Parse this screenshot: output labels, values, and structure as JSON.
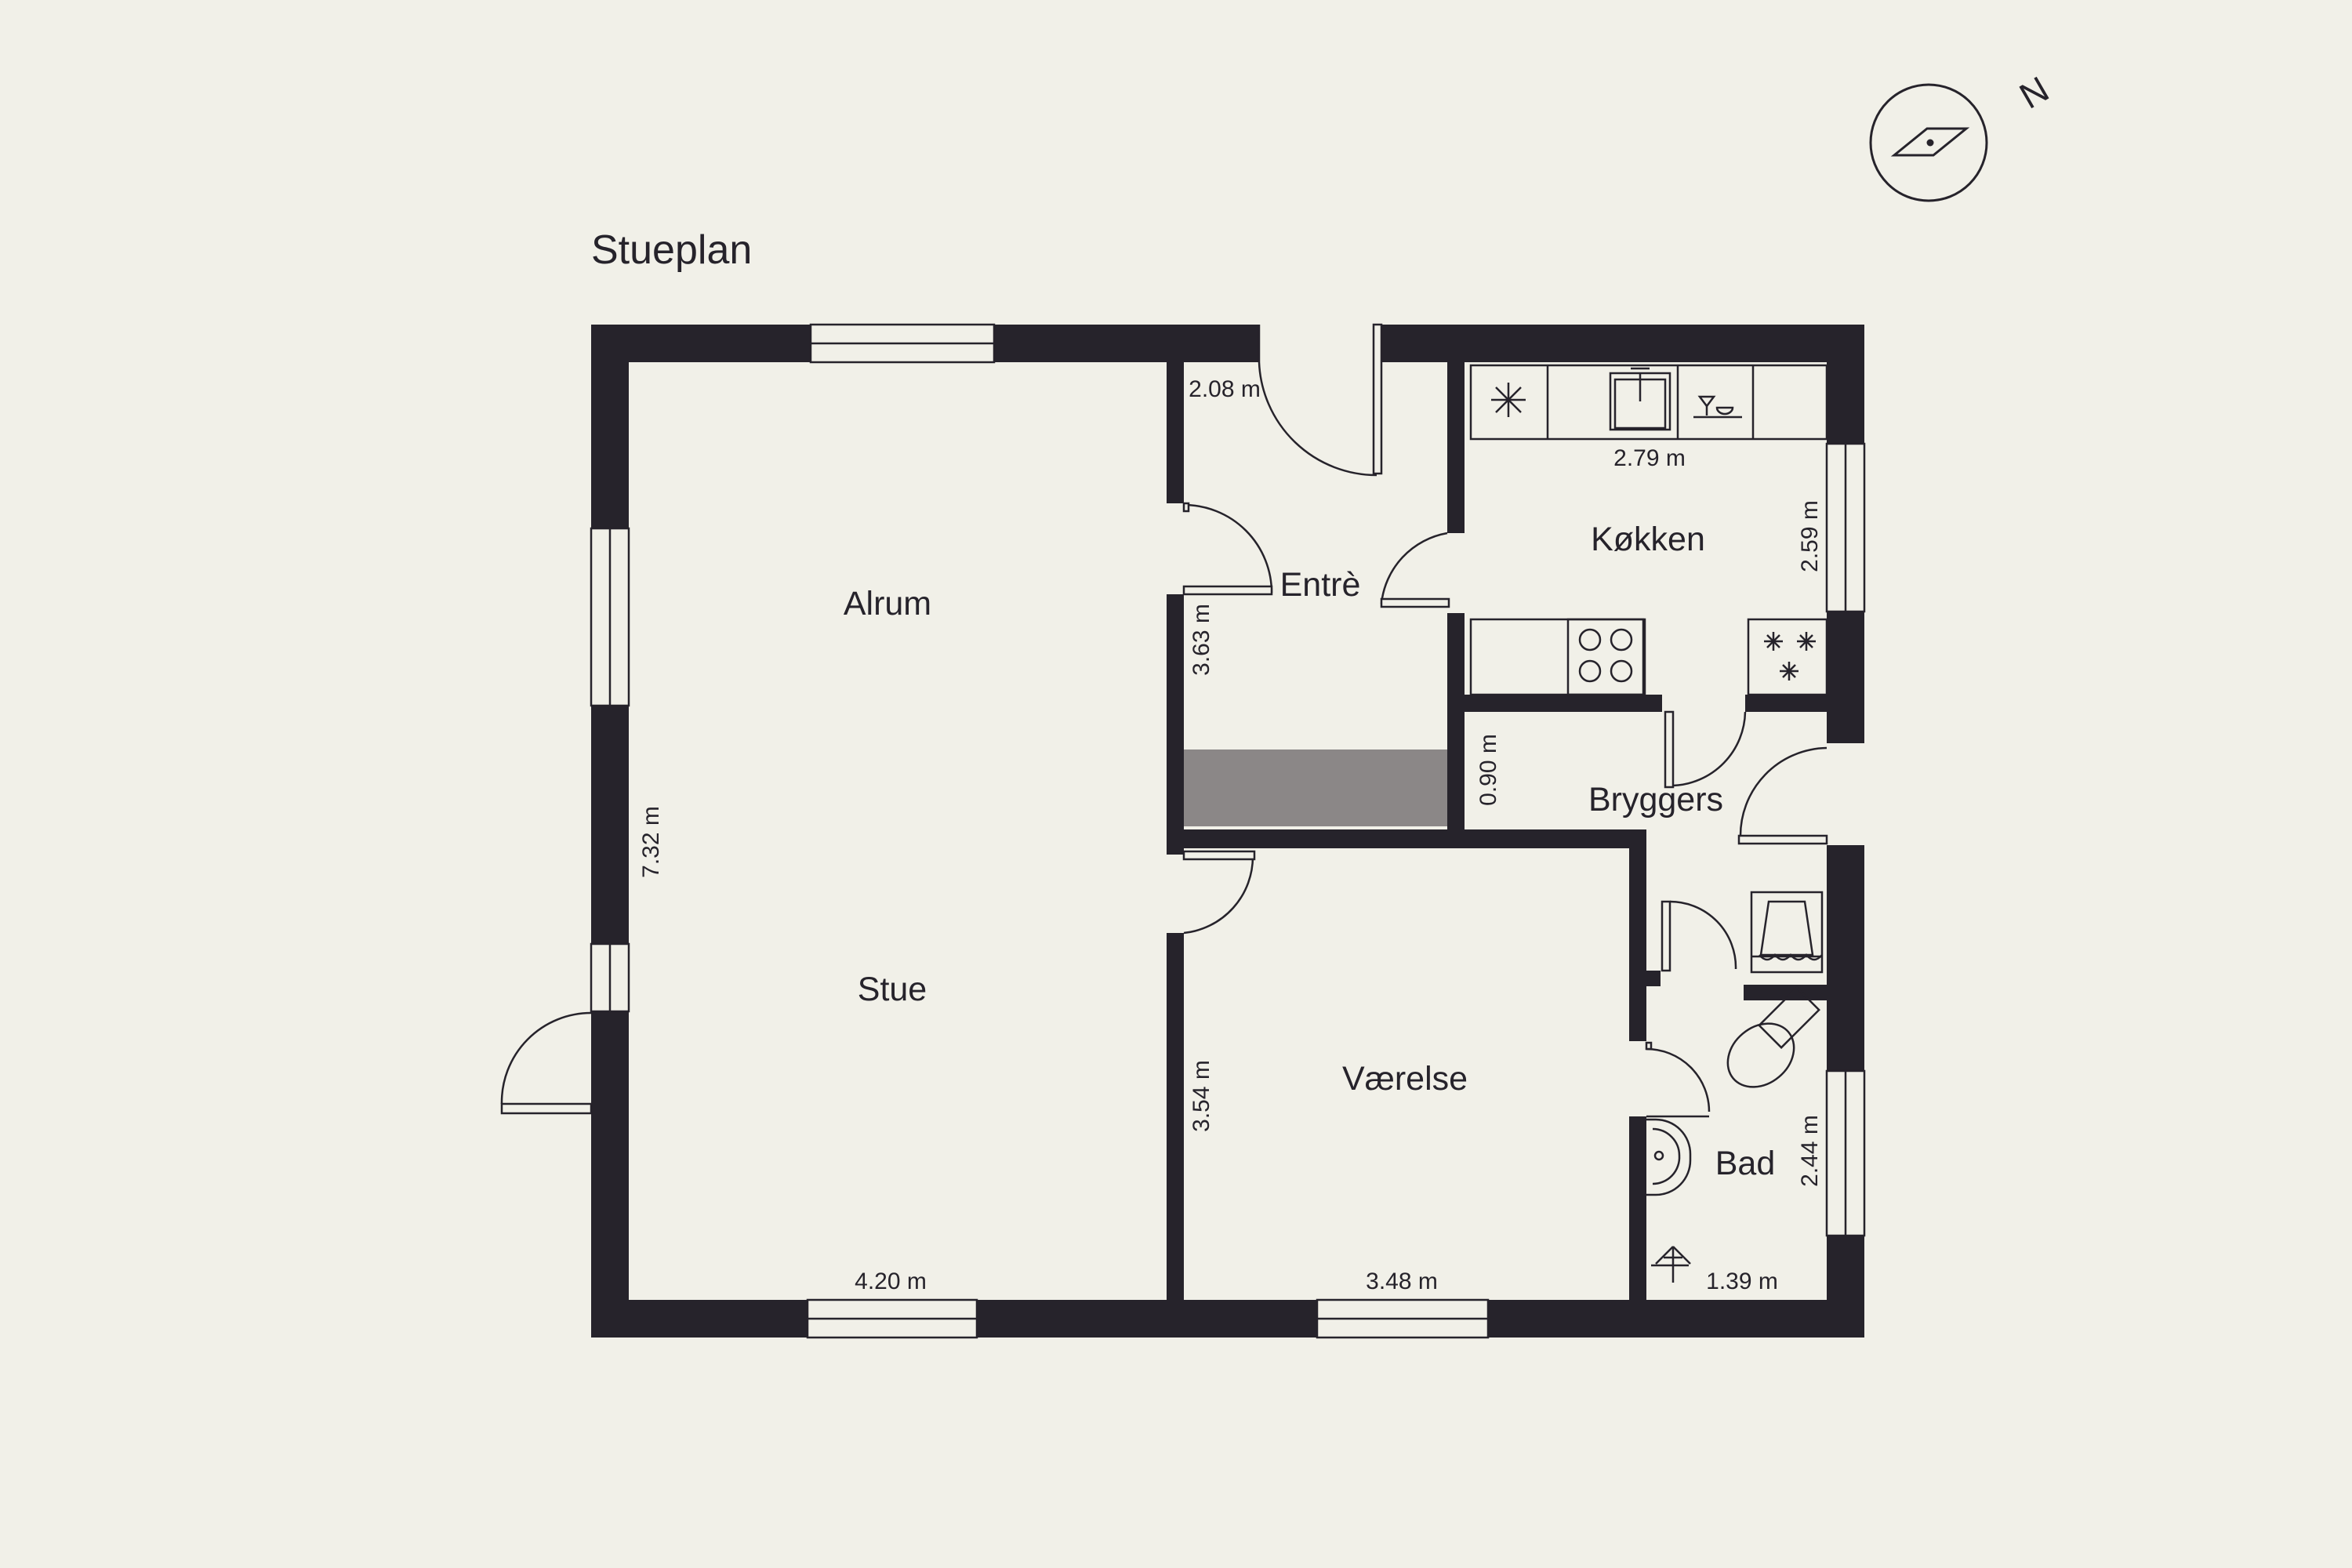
{
  "plan": {
    "title": "Stueplan",
    "north_label": "N"
  },
  "rooms": {
    "alrum": "Alrum",
    "stue": "Stue",
    "entre": "Entrè",
    "kokken": "Køkken",
    "bryggers": "Bryggers",
    "vaerelse": "Værelse",
    "bad": "Bad"
  },
  "dimensions": {
    "entre_width": "2.08 m",
    "entre_depth": "3.63 m",
    "kitchen_width": "2.79 m",
    "kitchen_depth": "2.59 m",
    "bryggers_depth": "0.90 m",
    "stue_depth": "7.32 m",
    "stue_width": "4.20 m",
    "vaerelse_depth": "3.54 m",
    "vaerelse_width": "3.48 m",
    "bad_width": "1.39 m",
    "bad_depth": "2.44 m"
  },
  "colors": {
    "wall": "#26232b",
    "background": "#f1f0e8",
    "stair_fill": "#8b8787"
  }
}
